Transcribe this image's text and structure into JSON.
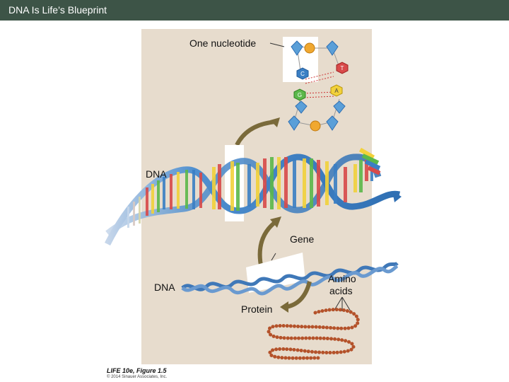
{
  "slide": {
    "title": "DNA Is Life’s Blueprint"
  },
  "figure": {
    "labels": {
      "one_nucleotide": "One nucleotide",
      "dna_top": "DNA",
      "gene": "Gene",
      "dna_bottom": "DNA",
      "amino_acids_line1": "Amino",
      "amino_acids_line2": "acids",
      "protein": "Protein"
    },
    "bases": {
      "c": "C",
      "g": "G",
      "t": "T",
      "a": "A"
    },
    "caption": "LIFE 10e, Figure 1.5",
    "copyright": "© 2014 Sinauer Associates, Inc."
  },
  "colors": {
    "titlebar": "#3d5447",
    "background_panel": "#e7dccd",
    "backbone_blue": "#4f8fcf",
    "arrow_olive": "#7a6a3a",
    "protein_beads": "#b4522a"
  }
}
